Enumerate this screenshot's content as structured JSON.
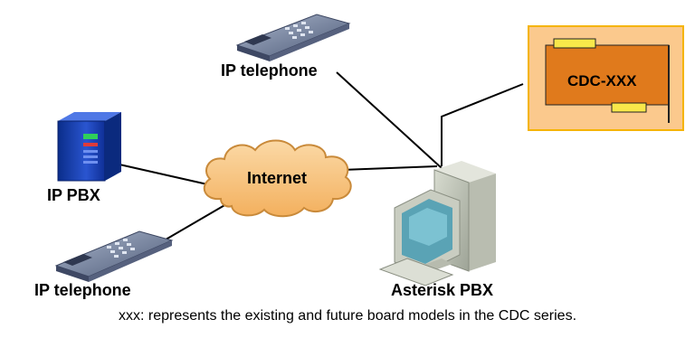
{
  "nodes": {
    "ip_telephone_top": "IP telephone",
    "ip_pbx": "IP PBX",
    "internet": "Internet",
    "ip_telephone_bottom": "IP telephone",
    "asterisk_pbx": "Asterisk PBX",
    "card": "CDC-XXX"
  },
  "caption": "xxx: represents the existing and future board models in the CDC series.",
  "colors": {
    "cloud": "#f7c27a",
    "card_panel": "#fbc98d",
    "card_panel_border": "#f5b400",
    "card_board": "#e07a1c",
    "card_tab": "#f8e84a",
    "server": "#1d3fb0",
    "phone": "#6f7c95"
  }
}
